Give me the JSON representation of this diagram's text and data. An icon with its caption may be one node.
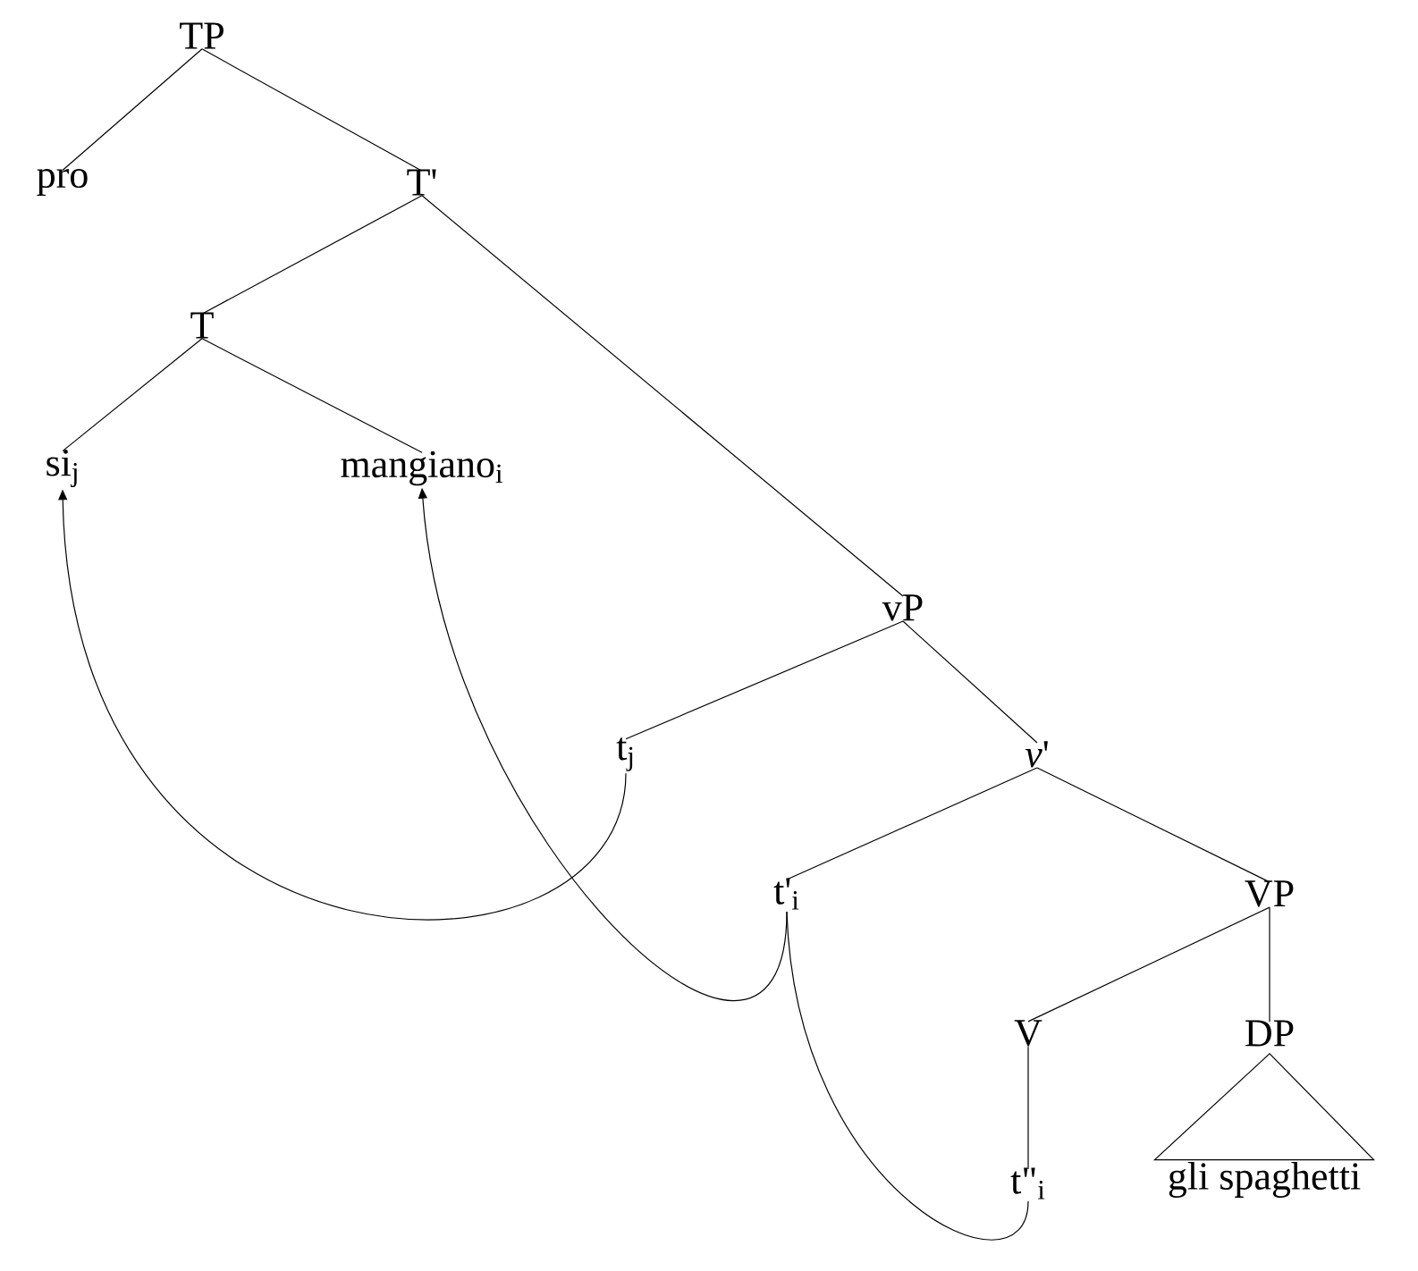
{
  "diagram": {
    "nodes": [
      {
        "text": [
          "TP"
        ]
      },
      {
        "text": [
          "pro"
        ]
      },
      {
        "text": [
          "T'"
        ]
      },
      {
        "text": [
          "T"
        ]
      },
      {
        "text": [
          "si$_{j}$"
        ]
      },
      {
        "text": [
          "mangiano$_{i}$"
        ]
      },
      {
        "text": [
          "vP"
        ]
      },
      {
        "text": [
          "t$_{j}$"
        ]
      },
      {
        "text": [
          "*v*'"
        ]
      },
      {
        "text": [
          "t'$_{i}$"
        ]
      },
      {
        "text": [
          "VP"
        ]
      },
      {
        "text": [
          "V"
        ]
      },
      {
        "text": [
          "DP"
        ]
      },
      {
        "text": [
          "t\"$_{i}$"
        ]
      },
      {
        "text": [
          "gli spaghetti"
        ]
      }
    ],
    "edges": [
      {
        "from": 0,
        "to": 1,
        "arrow": "none"
      },
      {
        "from": 0,
        "to": 2,
        "arrow": "none"
      },
      {
        "from": 2,
        "to": 3,
        "arrow": "none"
      },
      {
        "from": 2,
        "to": 6,
        "arrow": "none"
      },
      {
        "from": 3,
        "to": 4,
        "arrow": "none"
      },
      {
        "from": 3,
        "to": 5,
        "arrow": "none"
      },
      {
        "from": 6,
        "to": 7,
        "arrow": "none"
      },
      {
        "from": 6,
        "to": 8,
        "arrow": "none"
      },
      {
        "from": 8,
        "to": 9,
        "arrow": "none"
      },
      {
        "from": 8,
        "to": 10,
        "arrow": "none"
      },
      {
        "from": 10,
        "to": 11,
        "arrow": "none"
      },
      {
        "from": 10,
        "to": 12,
        "arrow": "none"
      },
      {
        "from": 11,
        "to": 13,
        "arrow": "none"
      },
      {
        "from": 12,
        "to": 14,
        "arrow": "none"
      },
      {
        "from": 7,
        "to": 4,
        "arrow": "to"
      },
      {
        "from": 9,
        "to": 5,
        "arrow": "to"
      },
      {
        "from": 13,
        "to": 9,
        "arrow": "none"
      }
    ]
  }
}
